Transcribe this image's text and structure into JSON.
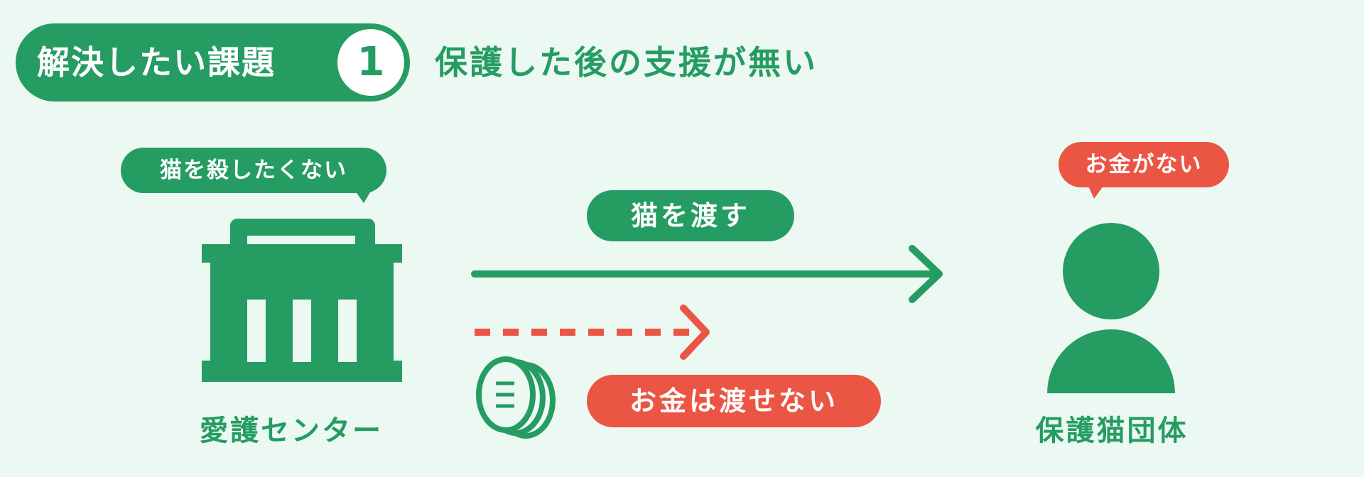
{
  "header": {
    "tag_label": "解決したい課題",
    "number": "1",
    "headline": "保護した後の支援が無い"
  },
  "nodes": {
    "center": {
      "speech": "猫を殺したくない",
      "label": "愛護センター",
      "icon": "building-icon"
    },
    "group": {
      "speech": "お金がない",
      "label": "保護猫団体",
      "icon": "person-icon"
    }
  },
  "flows": {
    "cat": {
      "label": "猫を渡す",
      "style": "solid"
    },
    "money": {
      "label": "お金は渡せない",
      "style": "dashed",
      "icon": "coins-icon"
    }
  },
  "colors": {
    "green": "#259C62",
    "red": "#EB5644",
    "background": "#ECF8F2",
    "white": "#FFFFFF"
  }
}
